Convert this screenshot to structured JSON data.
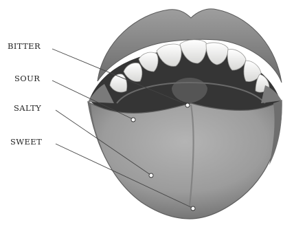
{
  "labels": {
    "bitter": "BITTER",
    "sour": "SOUR",
    "salty": "SALTY",
    "sweet": "SWEET"
  },
  "colors": {
    "lip": "#8c8c8c",
    "tongue": "#9a9a9a",
    "mouth_interior": "#3c3c3c",
    "teeth": "#f0f0ee",
    "leader_line": "#444444",
    "label_text": "#222222"
  }
}
